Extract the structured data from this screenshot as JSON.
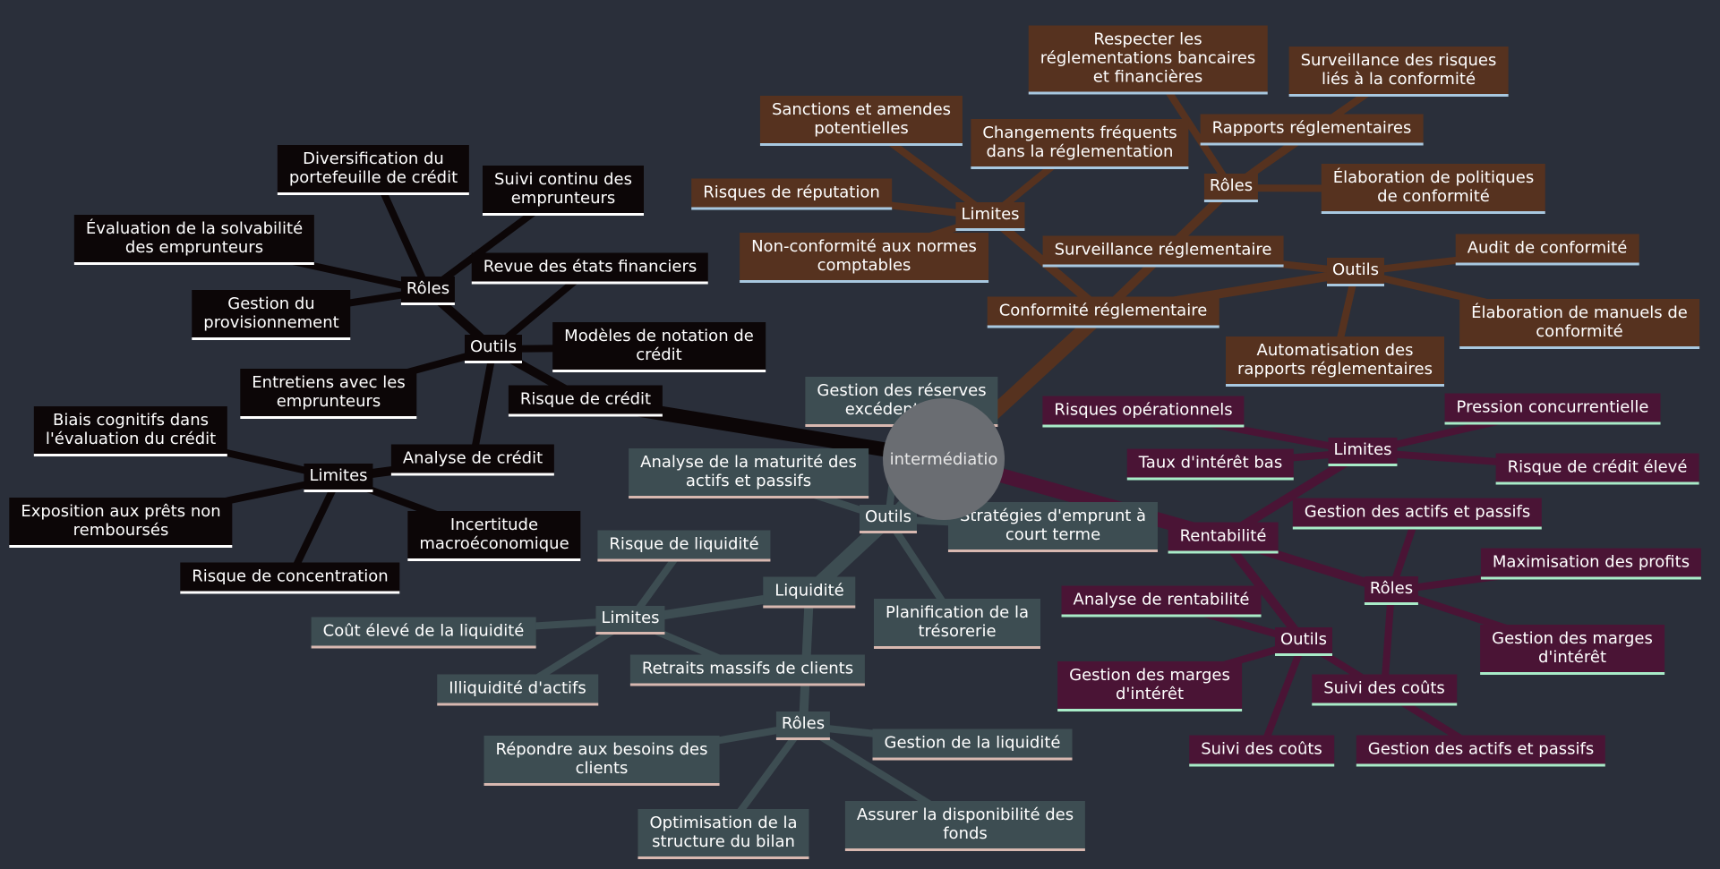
{
  "root": {
    "label": "intermédiatio"
  },
  "branches": [
    {
      "id": "credit",
      "colors": {
        "fill": "#0c0607",
        "line": "#0c0607",
        "underline": "#ffffff"
      },
      "nodes": [
        {
          "id": "c",
          "label": "Risque de crédit"
        },
        {
          "id": "c_roles",
          "label": "Rôles"
        },
        {
          "id": "c_r1",
          "label": "Diversification du portefeuille de crédit"
        },
        {
          "id": "c_r2",
          "label": "Évaluation de la solvabilité des emprunteurs"
        },
        {
          "id": "c_r3",
          "label": "Gestion du provisionnement"
        },
        {
          "id": "c_r4",
          "label": "Suivi continu des emprunteurs"
        },
        {
          "id": "c_outils",
          "label": "Outils"
        },
        {
          "id": "c_o1",
          "label": "Revue des états financiers"
        },
        {
          "id": "c_o2",
          "label": "Modèles de notation de crédit"
        },
        {
          "id": "c_o3",
          "label": "Entretiens avec les emprunteurs"
        },
        {
          "id": "c_o4",
          "label": "Analyse de crédit"
        },
        {
          "id": "c_limites",
          "label": "Limites"
        },
        {
          "id": "c_l1",
          "label": "Biais cognitifs dans l'évaluation du crédit"
        },
        {
          "id": "c_l2",
          "label": "Exposition aux prêts non remboursés"
        },
        {
          "id": "c_l3",
          "label": "Risque de concentration"
        },
        {
          "id": "c_l4",
          "label": "Incertitude macroéconomique"
        }
      ]
    },
    {
      "id": "conformite",
      "colors": {
        "fill": "#56321f",
        "line": "#56321f",
        "underline": "#a8c8e0"
      },
      "nodes": [
        {
          "id": "f",
          "label": "Conformité réglementaire"
        },
        {
          "id": "f_limites",
          "label": "Limites"
        },
        {
          "id": "f_l1",
          "label": "Sanctions et amendes potentielles"
        },
        {
          "id": "f_l2",
          "label": "Changements fréquents dans la réglementation"
        },
        {
          "id": "f_l3",
          "label": "Risques de réputation"
        },
        {
          "id": "f_l4",
          "label": "Non-conformité aux normes comptables"
        },
        {
          "id": "f_roles",
          "label": "Rôles"
        },
        {
          "id": "f_r1",
          "label": "Respecter les réglementations bancaires et financières"
        },
        {
          "id": "f_r2",
          "label": "Surveillance des risques liés à la conformité"
        },
        {
          "id": "f_r3",
          "label": "Rapports réglementaires"
        },
        {
          "id": "f_r4",
          "label": "Élaboration de politiques de conformité"
        },
        {
          "id": "f_outils",
          "label": "Outils"
        },
        {
          "id": "f_o1",
          "label": "Surveillance réglementaire"
        },
        {
          "id": "f_o2",
          "label": "Audit de conformité"
        },
        {
          "id": "f_o3",
          "label": "Élaboration de manuels de conformité"
        },
        {
          "id": "f_o4",
          "label": "Automatisation des rapports réglementaires"
        }
      ]
    },
    {
      "id": "rentabilite",
      "colors": {
        "fill": "#4a1435",
        "line": "#4a1435",
        "underline": "#a8ecc8"
      },
      "nodes": [
        {
          "id": "r",
          "label": "Rentabilité"
        },
        {
          "id": "r_limites",
          "label": "Limites"
        },
        {
          "id": "r_l1",
          "label": "Risques opérationnels"
        },
        {
          "id": "r_l2",
          "label": "Taux d'intérêt bas"
        },
        {
          "id": "r_l3",
          "label": "Pression concurrentielle"
        },
        {
          "id": "r_l4",
          "label": "Risque de crédit élevé"
        },
        {
          "id": "r_roles",
          "label": "Rôles"
        },
        {
          "id": "r_r1",
          "label": "Gestion des actifs et passifs"
        },
        {
          "id": "r_r2",
          "label": "Maximisation des profits"
        },
        {
          "id": "r_r3",
          "label": "Gestion des marges d'intérêt"
        },
        {
          "id": "r_r4",
          "label": "Suivi des coûts"
        },
        {
          "id": "r_outils",
          "label": "Outils"
        },
        {
          "id": "r_o1",
          "label": "Analyse de rentabilité"
        },
        {
          "id": "r_o2",
          "label": "Gestion des marges d'intérêt"
        },
        {
          "id": "r_o3",
          "label": "Suivi des coûts"
        },
        {
          "id": "r_o4",
          "label": "Gestion des actifs et passifs"
        }
      ]
    },
    {
      "id": "liquidite",
      "colors": {
        "fill": "#3d4d52",
        "line": "#3d4d52",
        "underline": "#d8b8b0"
      },
      "nodes": [
        {
          "id": "l",
          "label": "Liquidité"
        },
        {
          "id": "l_outils",
          "label": "Outils"
        },
        {
          "id": "l_o1",
          "label": "Gestion des réserves excédentaires"
        },
        {
          "id": "l_o2",
          "label": "Analyse de la maturité des actifs et passifs"
        },
        {
          "id": "l_o3",
          "label": "Stratégies d'emprunt à court terme"
        },
        {
          "id": "l_o4",
          "label": "Planification de la trésorerie"
        },
        {
          "id": "l_limites",
          "label": "Limites"
        },
        {
          "id": "l_l1",
          "label": "Risque de liquidité"
        },
        {
          "id": "l_l2",
          "label": "Coût élevé de la liquidité"
        },
        {
          "id": "l_l3",
          "label": "Illiquidité d'actifs"
        },
        {
          "id": "l_l4",
          "label": "Retraits massifs de clients"
        },
        {
          "id": "l_roles",
          "label": "Rôles"
        },
        {
          "id": "l_r1",
          "label": "Répondre aux besoins des clients"
        },
        {
          "id": "l_r2",
          "label": "Gestion de la liquidité"
        },
        {
          "id": "l_r3",
          "label": "Optimisation de la structure du bilan"
        },
        {
          "id": "l_r4",
          "label": "Assurer la disponibilité des fonds"
        }
      ]
    }
  ]
}
